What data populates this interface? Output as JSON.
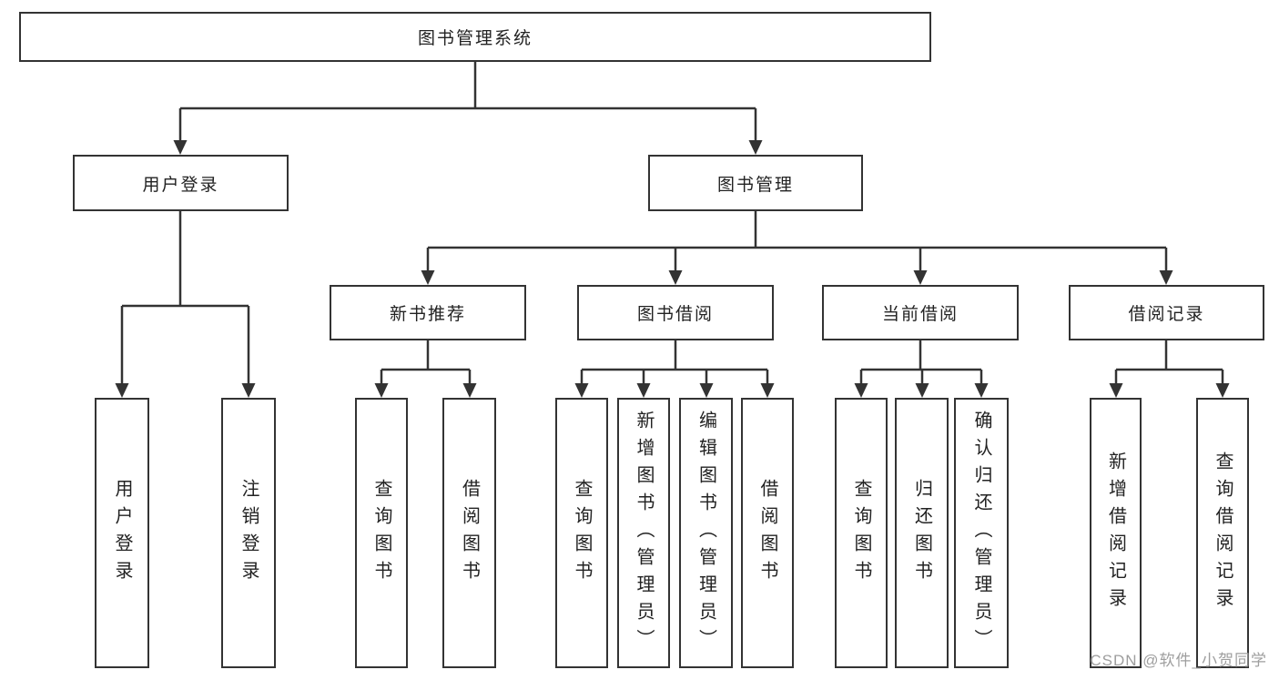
{
  "tree": {
    "label": "图书管理系统",
    "children": [
      {
        "label": "用户登录",
        "children": [
          {
            "label": "用户登录"
          },
          {
            "label": "注销登录"
          }
        ]
      },
      {
        "label": "图书管理",
        "children": [
          {
            "label": "新书推荐",
            "children": [
              {
                "label": "查询图书"
              },
              {
                "label": "借阅图书"
              }
            ]
          },
          {
            "label": "图书借阅",
            "children": [
              {
                "label": "查询图书"
              },
              {
                "label": "新增图书（管理员）"
              },
              {
                "label": "编辑图书（管理员）"
              },
              {
                "label": "借阅图书"
              }
            ]
          },
          {
            "label": "当前借阅",
            "children": [
              {
                "label": "查询图书"
              },
              {
                "label": "归还图书"
              },
              {
                "label": "确认归还（管理员）"
              }
            ]
          },
          {
            "label": "借阅记录",
            "children": [
              {
                "label": "新增借阅记录"
              },
              {
                "label": "查询借阅记录"
              }
            ]
          }
        ]
      }
    ]
  },
  "watermark": {
    "text": "CSDN @软件_小贺同学"
  },
  "colors": {
    "line": "#333333",
    "border": "#333333",
    "text": "#222222",
    "watermark": "#9e9e9e",
    "background": "#ffffff"
  }
}
